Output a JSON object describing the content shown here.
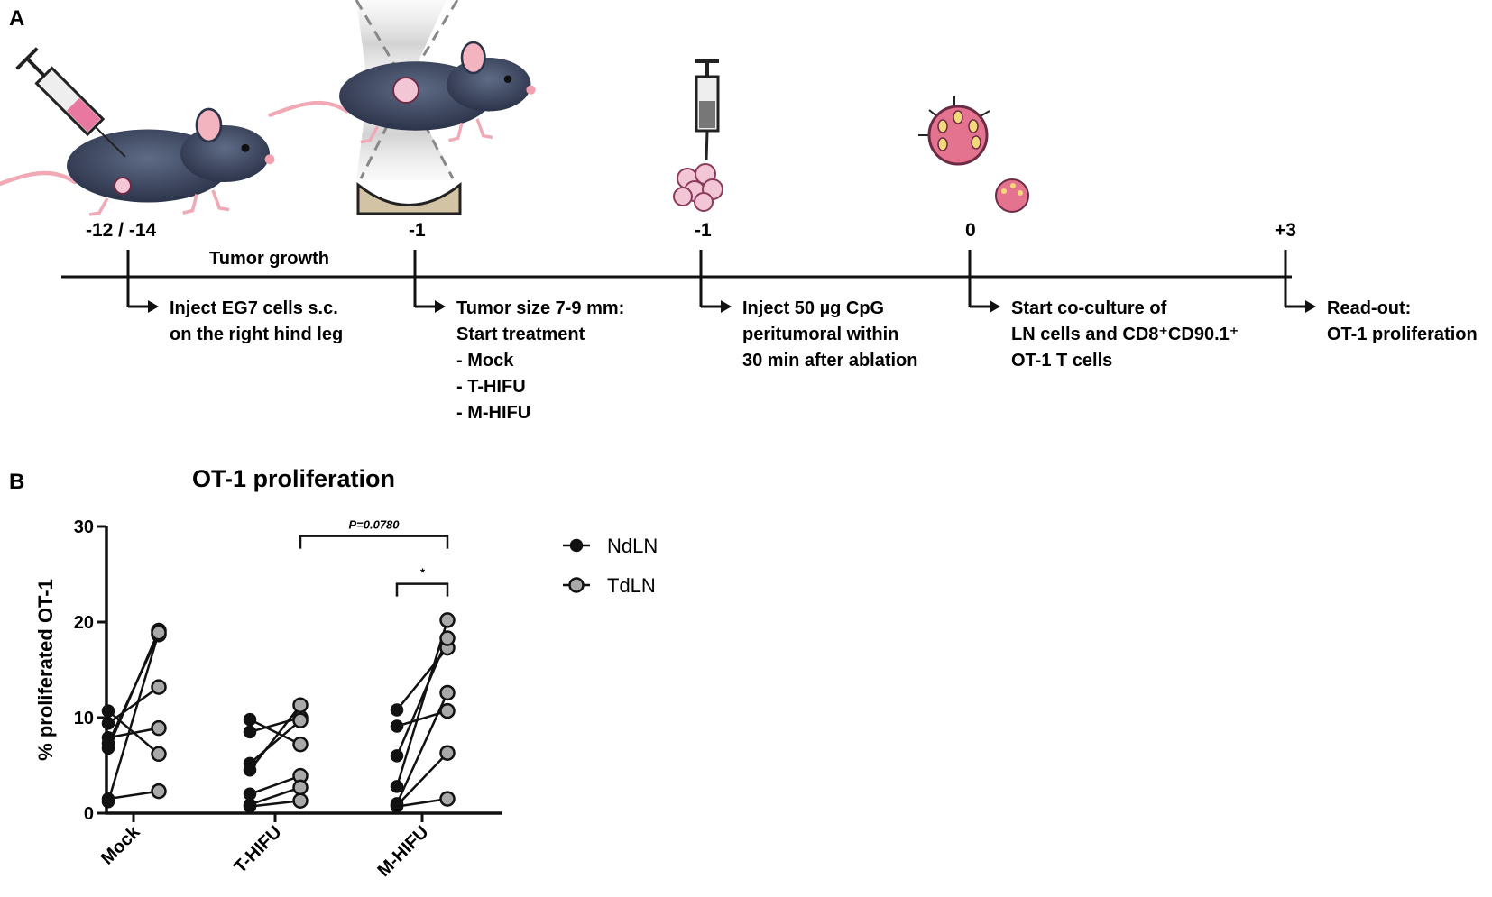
{
  "panels": {
    "a": "A",
    "b": "B"
  },
  "timeline": {
    "phase_label": "Tumor growth",
    "events": [
      {
        "day": "-12 / -14",
        "lines": [
          "Inject EG7 cells s.c.",
          "on the right hind leg"
        ]
      },
      {
        "day": "-1",
        "lines": [
          "Tumor size 7-9 mm:",
          "Start treatment",
          "- Mock",
          "- T-HIFU",
          "- M-HIFU"
        ]
      },
      {
        "day": "-1",
        "lines": [
          "Inject 50 µg CpG",
          "peritumoral within",
          "30 min after ablation"
        ]
      },
      {
        "day": "0",
        "lines": [
          "Start co-culture of",
          "LN cells and CD8⁺CD90.1⁺",
          " OT-1 T cells"
        ]
      },
      {
        "day": "+3",
        "lines": [
          "Read-out:",
          "OT-1 proliferation"
        ]
      }
    ],
    "icons": [
      "mouse-injection-icon",
      "mouse-hifu-icon",
      "syringe-tumor-icon",
      "lymph-node-icon"
    ]
  },
  "chart_data": {
    "type": "scatter",
    "title": "OT-1 proliferation",
    "ylabel": "% proliferated OT-1",
    "xlabel": "",
    "categories": [
      "Mock",
      "T-HIFU",
      "M-HIFU"
    ],
    "ylim": [
      0,
      30
    ],
    "yticks": [
      0,
      10,
      20,
      30
    ],
    "series": [
      {
        "name": "NdLN",
        "color": "#111111"
      },
      {
        "name": "TdLN",
        "color": "#a9a9a9"
      }
    ],
    "pairs": {
      "Mock": [
        [
          10.7,
          6.2
        ],
        [
          9.4,
          13.2
        ],
        [
          7.9,
          8.9
        ],
        [
          7.3,
          18.7
        ],
        [
          6.8,
          19.1
        ],
        [
          1.5,
          2.3
        ],
        [
          1.2,
          18.9
        ]
      ],
      "T-HIFU": [
        [
          9.8,
          7.2
        ],
        [
          8.5,
          10.0
        ],
        [
          5.2,
          9.7
        ],
        [
          4.5,
          11.3
        ],
        [
          2.0,
          3.9
        ],
        [
          0.9,
          2.7
        ],
        [
          0.7,
          1.3
        ]
      ],
      "M-HIFU": [
        [
          10.8,
          17.3
        ],
        [
          9.1,
          10.7
        ],
        [
          6.0,
          18.3
        ],
        [
          2.8,
          20.2
        ],
        [
          1.0,
          12.6
        ],
        [
          0.8,
          6.3
        ],
        [
          0.7,
          1.5
        ]
      ]
    },
    "annotations": [
      {
        "text": "P=0.0780",
        "from": "T-HIFU:TdLN",
        "to": "M-HIFU:TdLN",
        "y": 29.0
      },
      {
        "text": "*",
        "from": "M-HIFU:NdLN",
        "to": "M-HIFU:TdLN",
        "y": 24.0
      }
    ],
    "legend_position": "right"
  }
}
